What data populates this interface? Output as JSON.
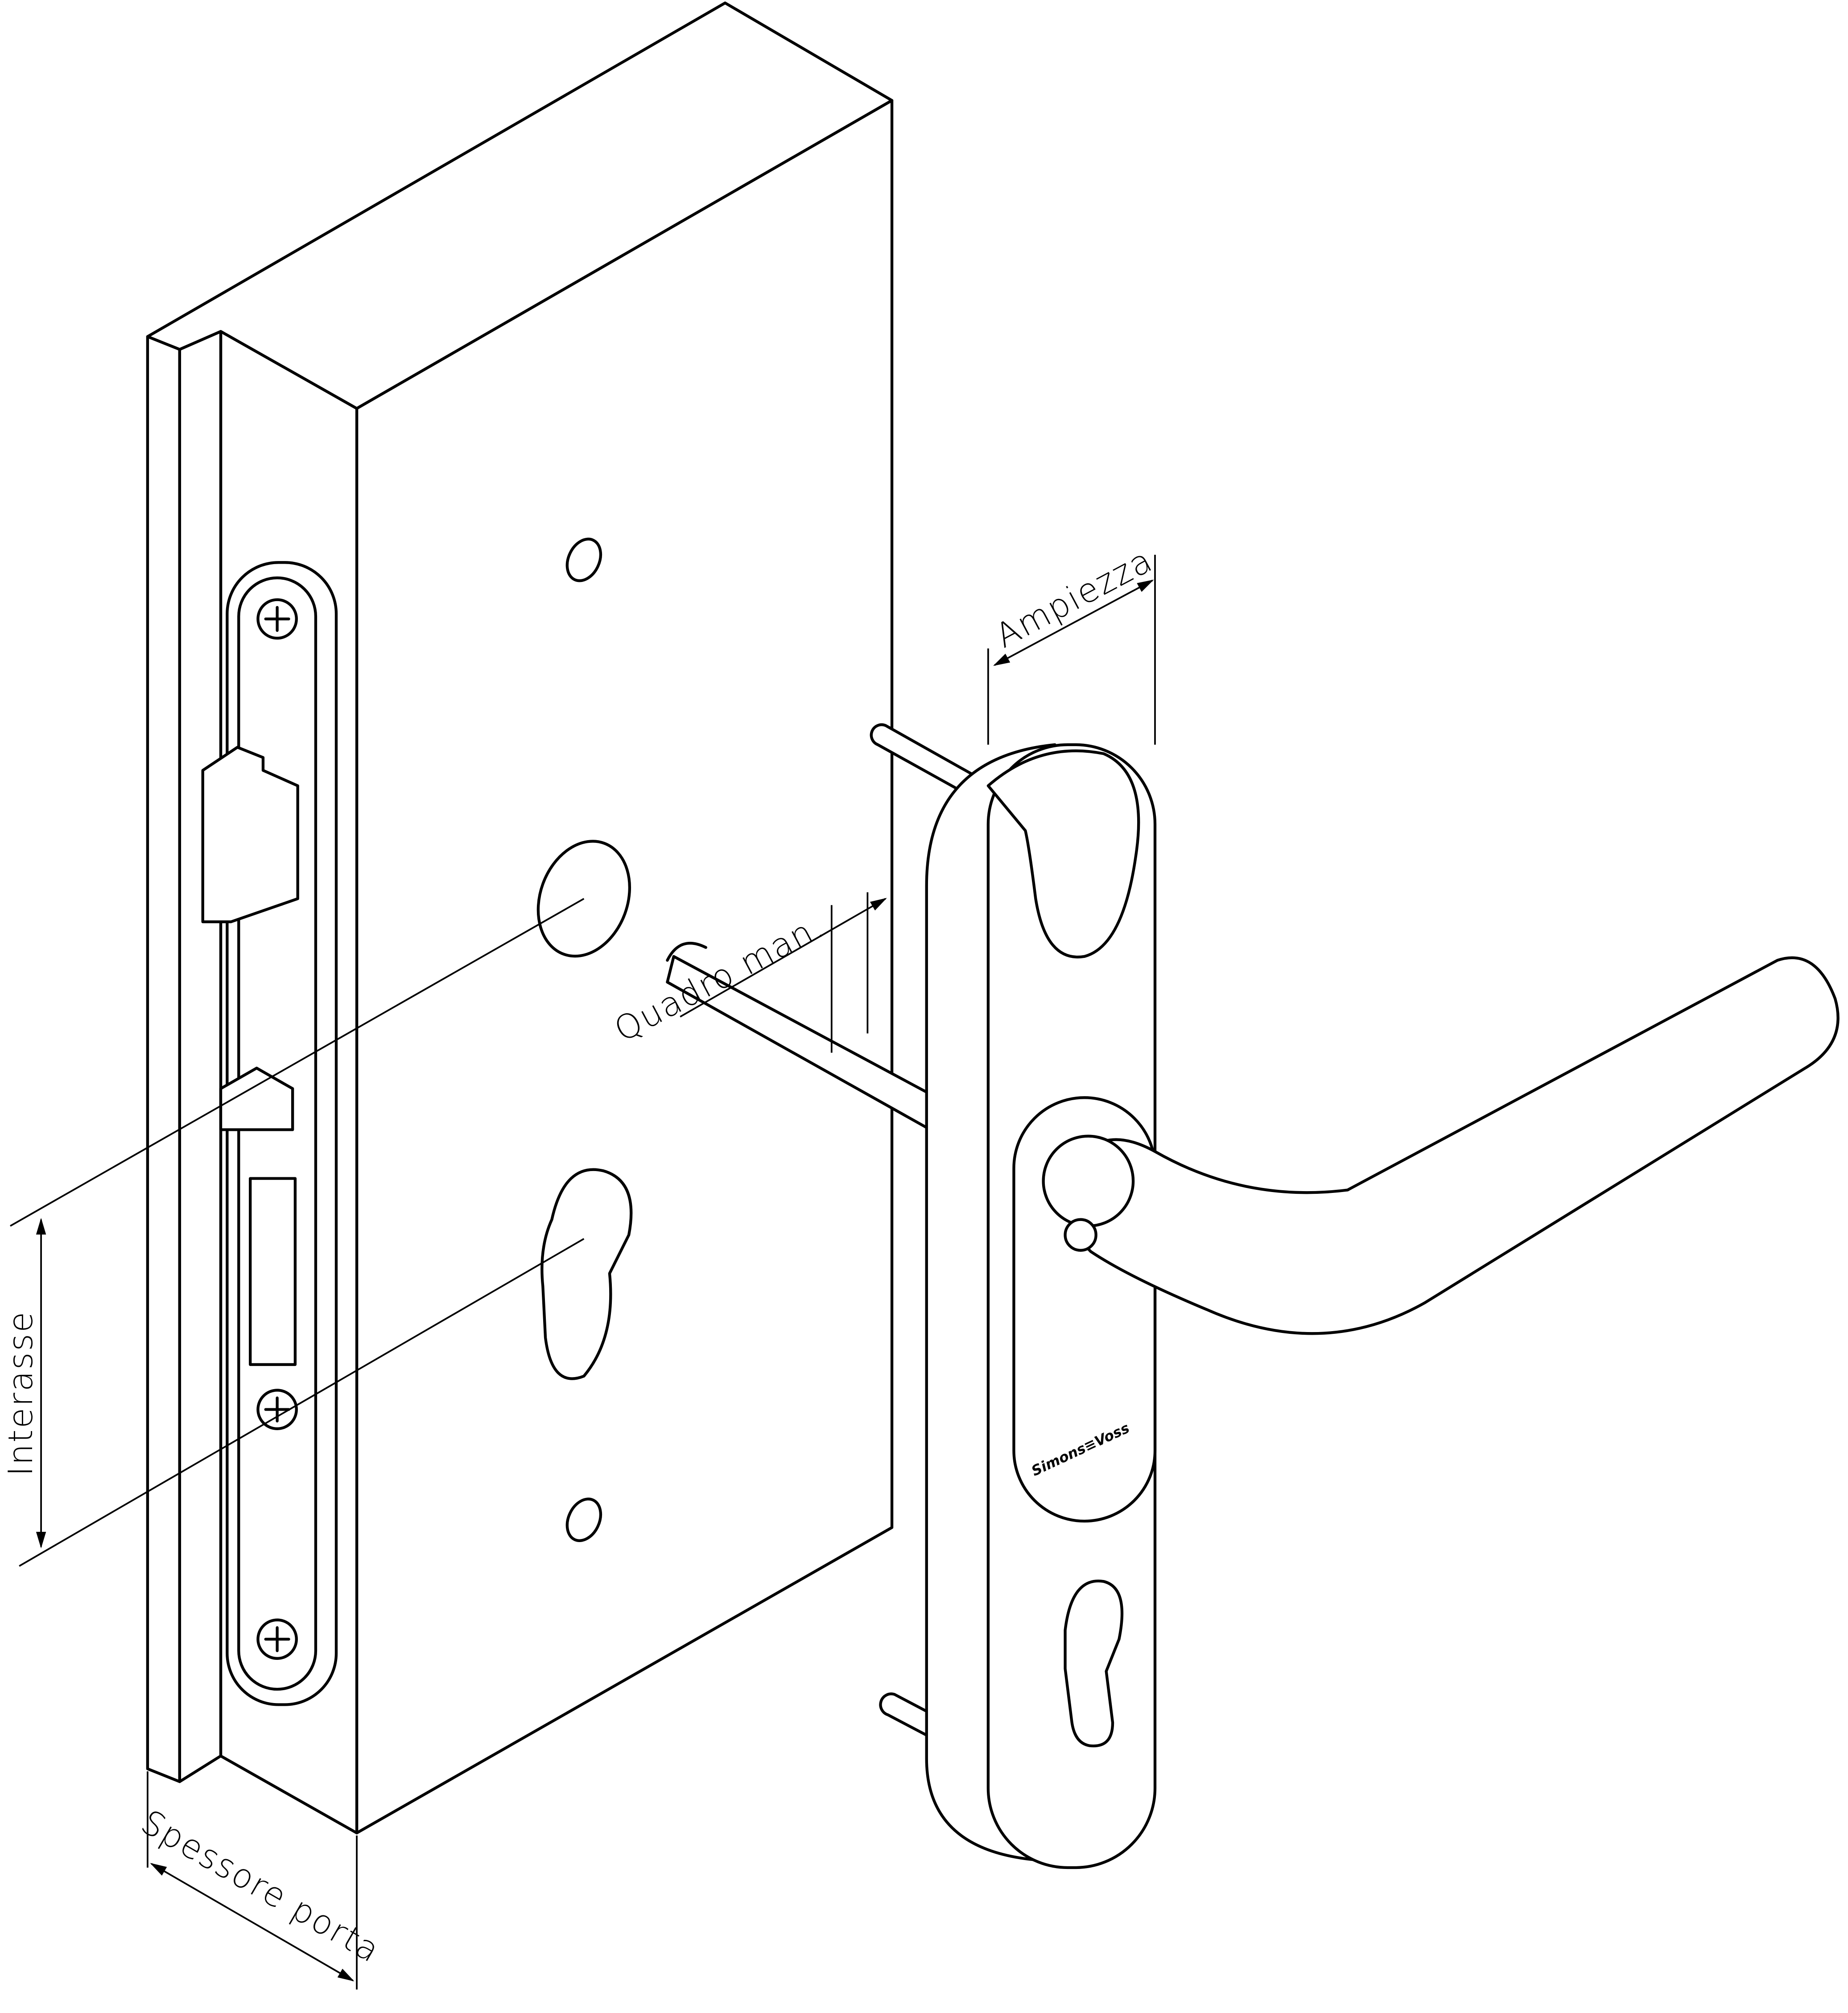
{
  "diagram": {
    "labels": {
      "width": "Ampiezza",
      "spindle": "Quadro man.",
      "center_distance": "Interasse",
      "door_thickness": "Spessore porta"
    },
    "brand_logo": "Simons≡Voss",
    "stroke_color": "#000000",
    "background_color": "#ffffff"
  }
}
